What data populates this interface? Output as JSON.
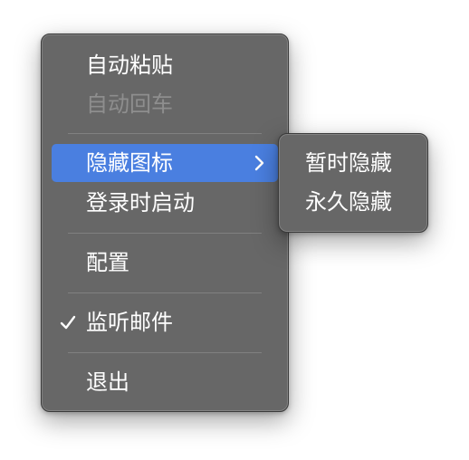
{
  "menu": {
    "items": [
      {
        "label": "自动粘贴",
        "enabled": true
      },
      {
        "label": "自动回车",
        "enabled": false
      },
      {
        "label": "隐藏图标",
        "enabled": true,
        "highlighted": true,
        "has_submenu": true
      },
      {
        "label": "登录时启动",
        "enabled": true
      },
      {
        "label": "配置",
        "enabled": true
      },
      {
        "label": "监听邮件",
        "enabled": true,
        "checked": true
      },
      {
        "label": "退出",
        "enabled": true
      }
    ]
  },
  "submenu": {
    "items": [
      {
        "label": "暂时隐藏"
      },
      {
        "label": "永久隐藏"
      }
    ]
  },
  "colors": {
    "menu_background": "#676767",
    "highlight": "#4a7fe0",
    "text": "#ffffff",
    "disabled_text": "#8e8e8e"
  },
  "icons": {
    "submenu_indicator": "chevron-right-icon",
    "checkmark": "checkmark-icon"
  }
}
